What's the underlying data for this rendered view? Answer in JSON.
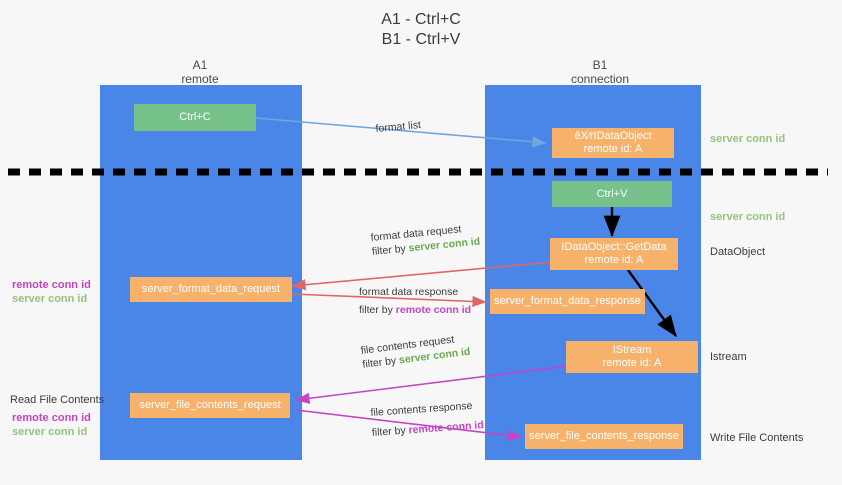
{
  "title": {
    "line1": "A1 - Ctrl+C",
    "line2": "B1 - Ctrl+V"
  },
  "columns": [
    {
      "name": "A1",
      "role": "remote"
    },
    {
      "name": "B1",
      "role": "connection"
    }
  ],
  "nodes": {
    "ctrl_c": {
      "label": "Ctrl+C"
    },
    "ctrl_v": {
      "label": "Ctrl+V"
    },
    "idataobject_top": {
      "line1": "êX⁄rIDataObject",
      "line2": "remote id: A"
    },
    "idataobject_getdata": {
      "line1": "IDataObject::GetData",
      "line2": "remote id: A"
    },
    "istream": {
      "line1": "IStream",
      "line2": "remote id: A"
    },
    "server_format_data_request": {
      "label": "server_format_data_request"
    },
    "server_format_data_response": {
      "label": "server_format_data_response"
    },
    "server_file_contents_request": {
      "label": "server_file_contents_request"
    },
    "server_file_contents_response": {
      "label": "server_file_contents_response"
    }
  },
  "edges": {
    "format_list": {
      "text": "format list"
    },
    "format_data_request": {
      "line1": "format data request",
      "filter_prefix": "filter by ",
      "filter_value": "server conn id"
    },
    "format_data_response": {
      "line1": "format data response",
      "filter_prefix": "filter by ",
      "filter_value": "remote conn id"
    },
    "file_contents_request": {
      "line1": "file contents request",
      "filter_prefix": "filter by ",
      "filter_value": "server conn id"
    },
    "file_contents_response": {
      "line1": "file contents response",
      "filter_prefix": "filter by ",
      "filter_value": "remote conn id"
    }
  },
  "annotations": {
    "right_server_conn_top": "server conn id",
    "right_server_conn_mid": "server conn id",
    "right_dataobject": "DataObject",
    "right_istream": "Istream",
    "right_write_file_contents": "Write File Contents",
    "left_remote_conn_1": "remote conn id",
    "left_server_conn_1": "server conn id",
    "left_read_file_contents": "Read File Contents",
    "left_remote_conn_2": "remote conn id",
    "left_server_conn_2": "server conn id"
  },
  "colors": {
    "lane": "#4a86e8",
    "node_orange": "#f6b26b",
    "node_green": "#77c28a",
    "green_text": "#93c47d",
    "purple_text": "#c445c4",
    "arrow_blue": "#6fa8dc",
    "arrow_red": "#e06666",
    "arrow_magenta": "#c445c4",
    "arrow_black": "#000000",
    "background": "#f7f7f7"
  }
}
